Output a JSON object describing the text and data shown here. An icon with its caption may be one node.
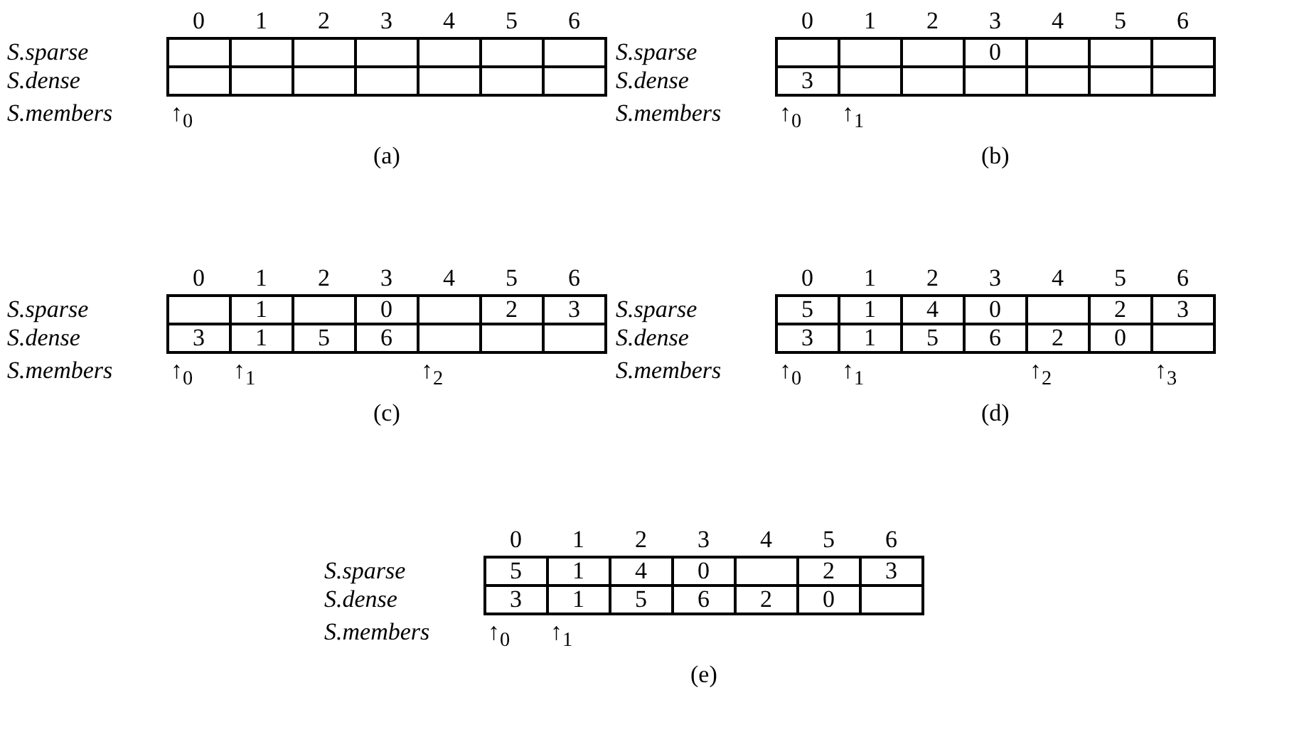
{
  "diagram": {
    "labels": [
      "0",
      "1",
      "2",
      "3",
      "4",
      "5",
      "6",
      "S.sparse",
      "S.dense",
      "S.members",
      "↑$_{0}$",
      "(a)",
      "0",
      "1",
      "2",
      "3",
      "4",
      "5",
      "6",
      "S.sparse",
      "0",
      "S.dense",
      "3",
      "S.members",
      "↑$_{0}$",
      "↑$_{1}$",
      "(b)",
      "0",
      "1",
      "2",
      "3",
      "4",
      "5",
      "6",
      "S.sparse",
      "1",
      "0",
      "2",
      "3",
      "S.dense",
      "3",
      "1",
      "5",
      "6",
      "S.members",
      "↑$_{0}$",
      "↑$_{1}$",
      "↑$_{2}$",
      "(c)",
      "0",
      "1",
      "2",
      "3",
      "4",
      "5",
      "6",
      "S.sparse",
      "5",
      "1",
      "4",
      "0",
      "2",
      "3",
      "S.dense",
      "3",
      "1",
      "5",
      "6",
      "2",
      "0",
      "S.members",
      "↑$_{0}$",
      "↑$_{1}$",
      "↑$_{2}$",
      "↑$_{3}$",
      "(d)",
      "0",
      "1",
      "2",
      "3",
      "4",
      "5",
      "6",
      "S.sparse",
      "5",
      "1",
      "4",
      "0",
      "2",
      "3",
      "S.dense",
      "3",
      "1",
      "5",
      "6",
      "2",
      "0",
      "S.members",
      "↑$_{0}$",
      "↑$_{1}$",
      "(e)"
    ]
  }
}
